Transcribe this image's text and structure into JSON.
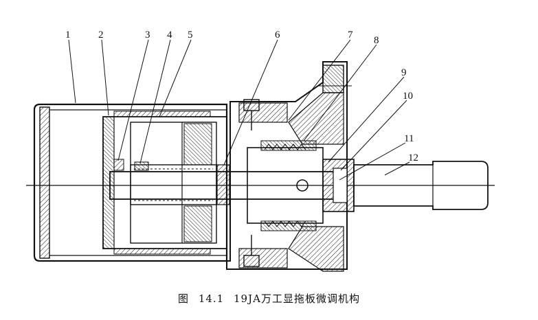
{
  "callouts": [
    "1",
    "2",
    "3",
    "4",
    "5",
    "6",
    "7",
    "8",
    "9",
    "10",
    "11",
    "12"
  ],
  "caption": {
    "prefix": "图",
    "number": "14.1",
    "title": "19JA万工显拖板微调机构"
  }
}
